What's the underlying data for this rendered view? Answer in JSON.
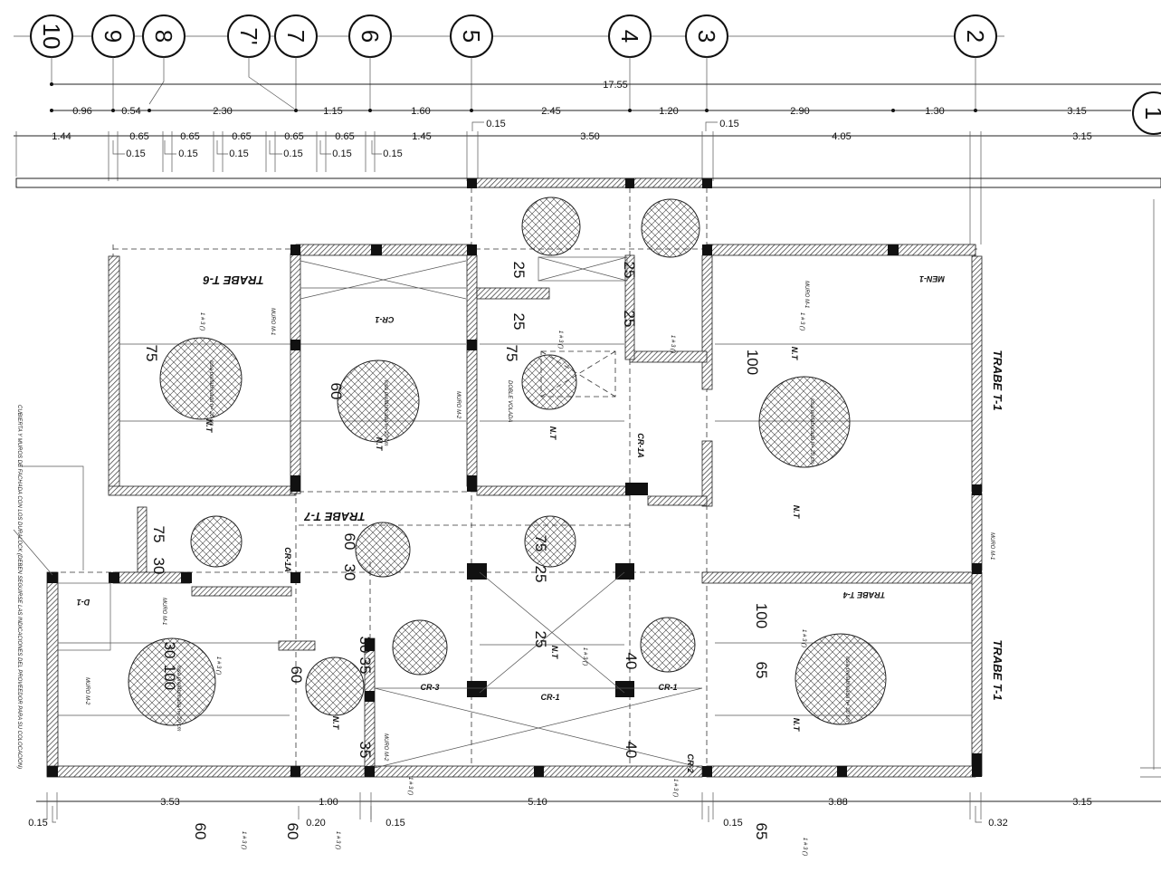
{
  "axes_top": [
    "10",
    "9",
    "8",
    "7'",
    "7",
    "6",
    "5",
    "4",
    "3",
    "2"
  ],
  "axis_right": "1",
  "dims": {
    "overall": "17.55",
    "row1": [
      "0.96",
      "0.54",
      "2.30",
      "1.15",
      "1.60",
      "2.45",
      "1.20",
      "2.90",
      "1.30",
      "3.15"
    ],
    "row2": [
      "1.44",
      "0.65",
      "0.65",
      "0.65",
      "0.65",
      "0.65",
      "1.45",
      "3.50",
      "4.05",
      "3.15"
    ],
    "row2_small": [
      "0.15",
      "0.15",
      "0.15",
      "0.15",
      "0.15",
      "0.15",
      "0.15",
      "0.15"
    ],
    "bottom": [
      "3.53",
      "1.00",
      "5.10",
      "3.88",
      "3.15"
    ],
    "bottom_small": [
      "0.15",
      "0.20",
      "0.15",
      "0.15",
      "0.32"
    ]
  },
  "labels": {
    "trabe_t6": "TRABE T-6",
    "trabe_t7": "TRABE T-7",
    "trabe_t1_a": "TRABE T-1",
    "trabe_t1_b": "TRABE T-1",
    "trabe_t4": "TRABE T-4",
    "cr1_top": "CR-1",
    "cr1a_mid": "CR-1A",
    "cr1a_left": "CR-1A",
    "cr3": "CR-3",
    "cr1_bottom": "CR-1",
    "cr1_right": "CR-1",
    "cr2": "CR-2",
    "men1": "MEN-1",
    "d1": "D-1",
    "muro_m1": "MURO M-1",
    "muro_m2": "MURO M-2",
    "nt": "N.T",
    "rebar": "1 # 3 (')",
    "losa": "losa prefabricada h= 20 cm",
    "doble_volada": "DOBLE VOLADA",
    "note": "CUBIERTA Y MUROS DE FACHADA CON LOS DURALOCK (DEBEN SEGUIRSE LAS INDICACIONES DEL PROVEEDOR PARA SU COLOCACION)",
    "n75": "75",
    "n60": "60",
    "n100": "100",
    "n65": "65",
    "n25": "25",
    "n30": "30",
    "n40": "40",
    "n35": "35"
  },
  "colors": {
    "line": "#222222",
    "hatch": "#333333",
    "column": "#111111"
  }
}
